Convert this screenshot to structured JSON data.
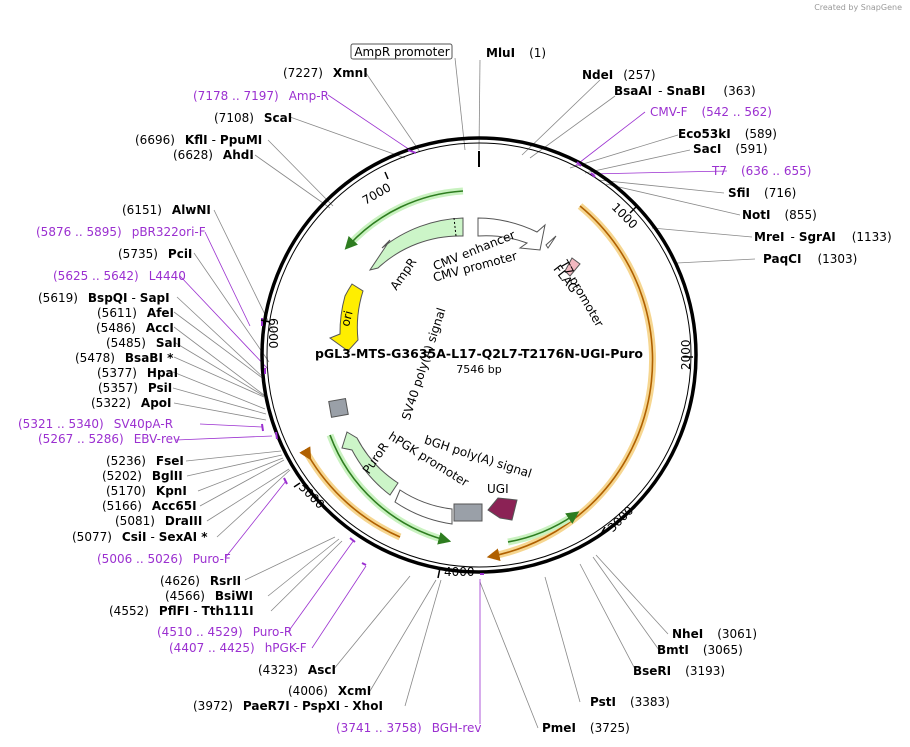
{
  "credit": "Created by SnapGene",
  "plasmid": {
    "name": "pGL3-MTS-G3635A-L17-Q2L7-T2176N-UGI-Puro",
    "size": "7546 bp"
  },
  "ticks": [
    "1000",
    "2000",
    "3000",
    "4000",
    "5000",
    "6000",
    "7000"
  ],
  "features": {
    "ampr_promoter": "AmpR promoter",
    "cmv_enhancer": "CMV enhancer",
    "cmv_promoter": "CMV promoter",
    "t7_promoter": "T7 promoter",
    "flag": "FLAG",
    "ampr": "AmpR",
    "ori": "ori",
    "sv40": "SV40 poly(A) signal",
    "hpgk": "hPGK promoter",
    "puror": "PuroR",
    "bgh": "bGH poly(A) signal",
    "ugi": "UGI"
  },
  "labels": {
    "mlui": {
      "name": "MluI",
      "pos": "(1)"
    },
    "ndei": {
      "name": "NdeI",
      "pos": "(257)"
    },
    "bsaai_snabi": {
      "name": "BsaAI",
      "name2": "SnaBI",
      "pos": "(363)"
    },
    "cmv_f": {
      "name": "CMV-F",
      "pos": "(542 .. 562)"
    },
    "eco53ki": {
      "name": "Eco53kI",
      "pos": "(589)"
    },
    "saci": {
      "name": "SacI",
      "pos": "(591)"
    },
    "t7": {
      "name": "T7",
      "pos": "(636 .. 655)"
    },
    "sfii": {
      "name": "SfiI",
      "pos": "(716)"
    },
    "noti": {
      "name": "NotI",
      "pos": "(855)"
    },
    "krei_sgraI": {
      "name": "MreI",
      "name2": "SgrAI",
      "pos": "(1133)"
    },
    "paqci": {
      "name": "PaqCI",
      "pos": "(1303)"
    },
    "nhei": {
      "name": "NheI",
      "pos": "(3061)"
    },
    "bmti": {
      "name": "BmtI",
      "pos": "(3065)"
    },
    "bseri": {
      "name": "BseRI",
      "pos": "(3193)"
    },
    "psti": {
      "name": "PstI",
      "pos": "(3383)"
    },
    "pmei": {
      "name": "PmeI",
      "pos": "(3725)"
    },
    "bgh_rev": {
      "name": "BGH-rev",
      "pos": "(3741 .. 3758)"
    },
    "xhoi": {
      "name": "PaeR7I",
      "name2": "PspXI",
      "name3": "XhoI",
      "pos": "(3972)"
    },
    "xcmi": {
      "name": "XcmI",
      "pos": "(4006)"
    },
    "asci": {
      "name": "AscI",
      "pos": "(4323)"
    },
    "hpgk_f": {
      "name": "hPGK-F",
      "pos": "(4407 .. 4425)"
    },
    "puro_r": {
      "name": "Puro-R",
      "pos": "(4510 .. 4529)"
    },
    "pflfi": {
      "name": "PflFI",
      "name2": "Tth111I",
      "pos": "(4552)"
    },
    "bsiwi": {
      "name": "BsiWI",
      "pos": "(4566)"
    },
    "rsrii": {
      "name": "RsrII",
      "pos": "(4626)"
    },
    "puro_f": {
      "name": "Puro-F",
      "pos": "(5006 .. 5026)"
    },
    "csii": {
      "name": "CsiI",
      "name2": "SexAI *",
      "pos": "(5077)"
    },
    "draiii": {
      "name": "DraIII",
      "pos": "(5081)"
    },
    "acc65i": {
      "name": "Acc65I",
      "pos": "(5166)"
    },
    "kpni": {
      "name": "KpnI",
      "pos": "(5170)"
    },
    "bglii": {
      "name": "BglII",
      "pos": "(5202)"
    },
    "fsei": {
      "name": "FseI",
      "pos": "(5236)"
    },
    "ebv_rev": {
      "name": "EBV-rev",
      "pos": "(5267 .. 5286)"
    },
    "sv40pa_r": {
      "name": "SV40pA-R",
      "pos": "(5321 .. 5340)"
    },
    "apoi": {
      "name": "ApoI",
      "pos": "(5322)"
    },
    "psii": {
      "name": "PsiI",
      "pos": "(5357)"
    },
    "hpai": {
      "name": "HpaI",
      "pos": "(5377)"
    },
    "bsabi": {
      "name": "BsaBI *",
      "pos": "(5478)"
    },
    "sali": {
      "name": "SalI",
      "pos": "(5485)"
    },
    "acci": {
      "name": "AccI",
      "pos": "(5486)"
    },
    "afei": {
      "name": "AfeI",
      "pos": "(5611)"
    },
    "bspqi": {
      "name": "BspQI",
      "name2": "SapI",
      "pos": "(5619)"
    },
    "l4440": {
      "name": "L4440",
      "pos": "(5625 .. 5642)"
    },
    "pcii": {
      "name": "PciI",
      "pos": "(5735)"
    },
    "pbr322ori_f": {
      "name": "pBR322ori-F",
      "pos": "(5876 .. 5895)"
    },
    "alwni": {
      "name": "AlwNI",
      "pos": "(6151)"
    },
    "ahdi": {
      "name": "AhdI",
      "pos": "(6628)"
    },
    "kfli": {
      "name": "KflI",
      "name2": "PpuMI",
      "pos": "(6696)"
    },
    "scai": {
      "name": "ScaI",
      "pos": "(7108)"
    },
    "amp_r": {
      "name": "Amp-R",
      "pos": "(7178 .. 7197)"
    },
    "xmni": {
      "name": "XmnI",
      "pos": "(7227)"
    }
  },
  "colors": {
    "backbone": "#000000",
    "primer": "#9b30d0",
    "promoter": "#ffffff",
    "ampr": "#ccf5c8",
    "ori": "#ffee00",
    "ugi": "#8b2255",
    "polya": "#9aa0a8",
    "orf_orange": "#e8a040",
    "orf_green": "#3a8a30"
  }
}
